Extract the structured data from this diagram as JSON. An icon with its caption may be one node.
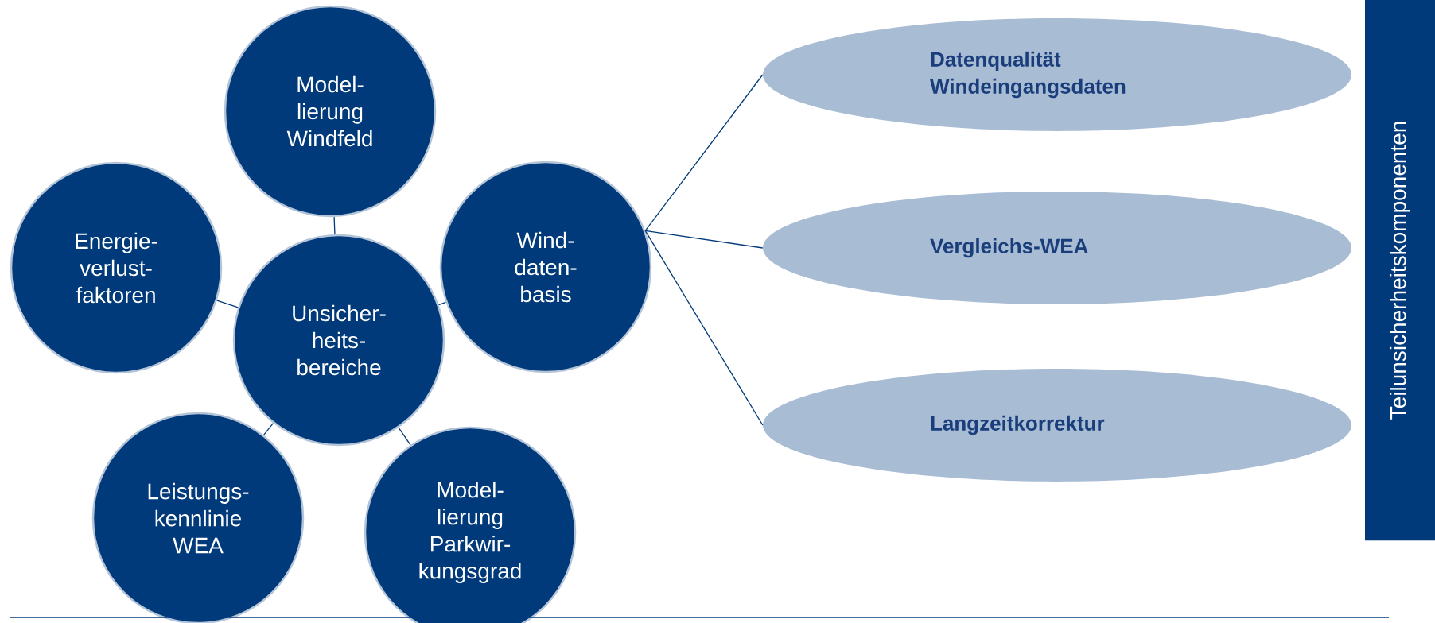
{
  "diagram": {
    "nodes": [
      {
        "text": [
          "Unsicher- heits- bereiche"
        ]
      },
      {
        "text": [
          "Model- lierung Windfeld"
        ]
      },
      {
        "text": [
          "Energie- verlust- faktoren"
        ]
      },
      {
        "text": [
          "Wind- daten- basis"
        ]
      },
      {
        "text": [
          "Leistungs- kennlinie WEA"
        ]
      },
      {
        "text": [
          "Model- lierung Parkwir- kungsgrad"
        ]
      },
      {
        "text": [
          "Datenqualität Windeingangsdaten"
        ]
      },
      {
        "text": [
          "Vergleichs-WEA"
        ]
      },
      {
        "text": [
          "Langzeitkorrektur"
        ]
      },
      {
        "text": [
          "Teilunsicherheitskomponenten"
        ]
      }
    ],
    "edges": [
      {
        "from": 0,
        "to": 1,
        "arrow": "none"
      },
      {
        "from": 0,
        "to": 2,
        "arrow": "none"
      },
      {
        "from": 0,
        "to": 3,
        "arrow": "none"
      },
      {
        "from": 0,
        "to": 4,
        "arrow": "none"
      },
      {
        "from": 0,
        "to": 5,
        "arrow": "none"
      },
      {
        "from": 3,
        "to": 6,
        "arrow": "none"
      },
      {
        "from": 3,
        "to": 7,
        "arrow": "none"
      },
      {
        "from": 3,
        "to": 8,
        "arrow": "none"
      }
    ]
  }
}
